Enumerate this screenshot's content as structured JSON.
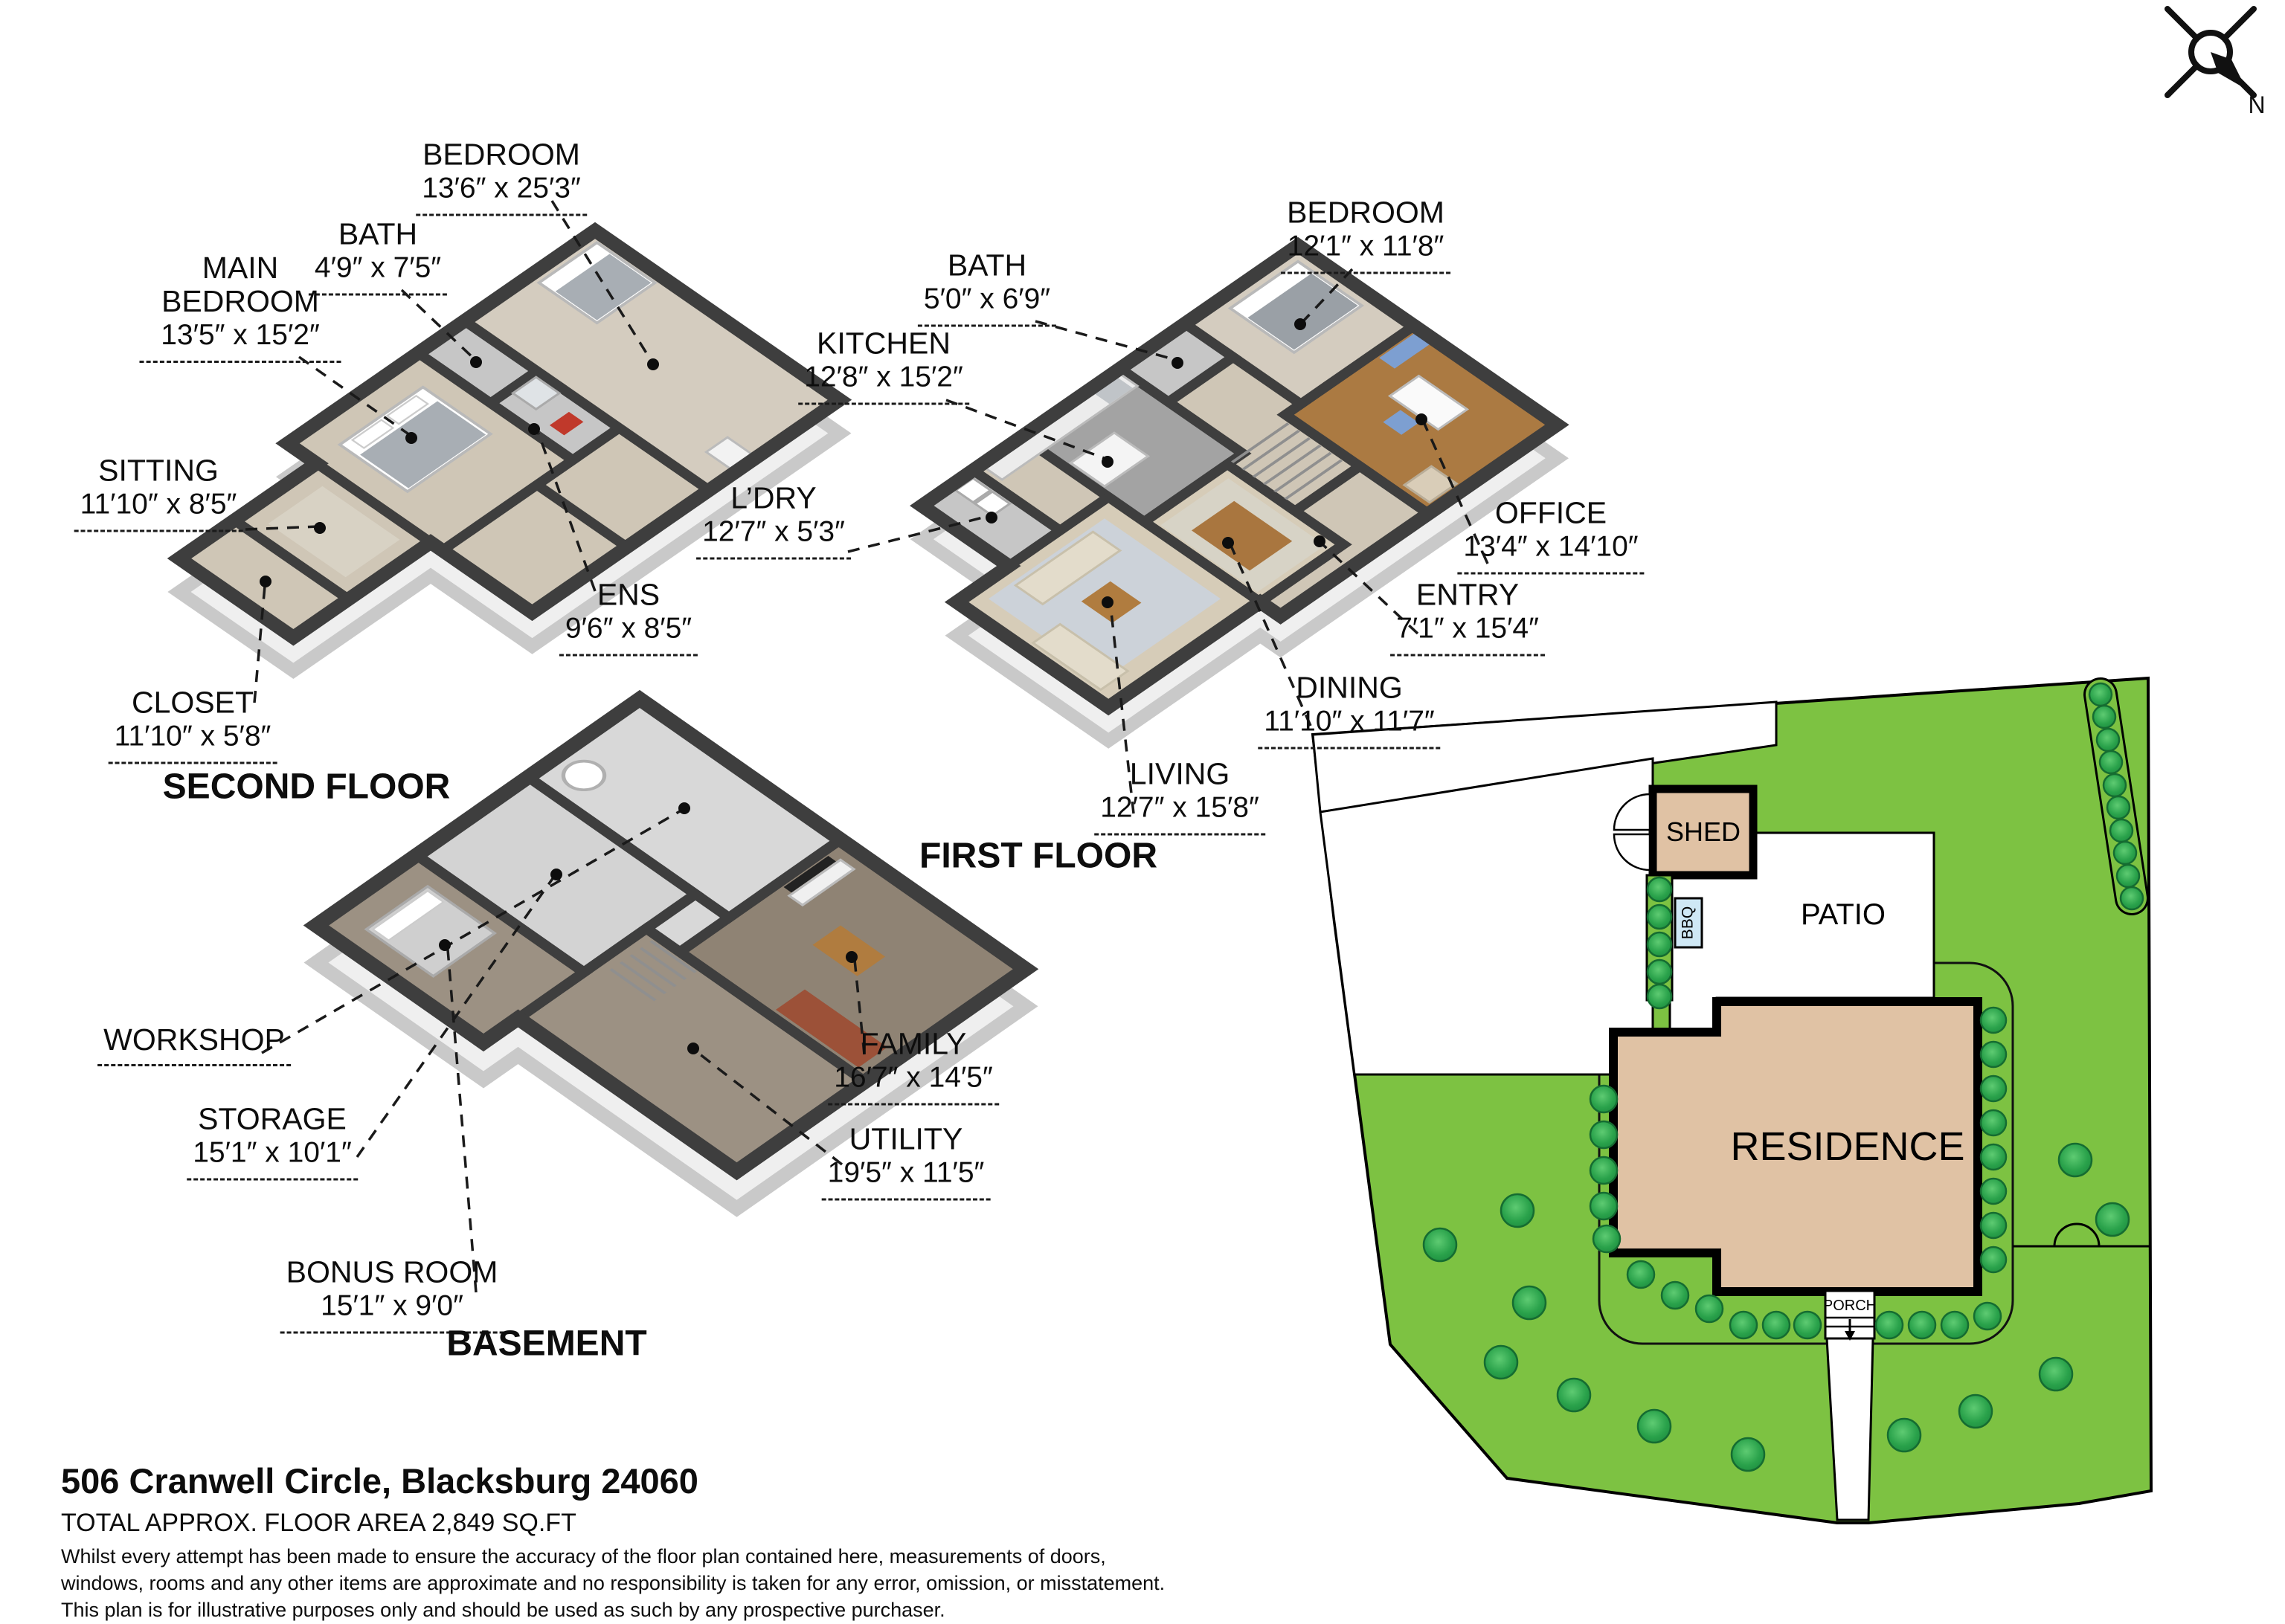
{
  "compass": {
    "north_label": "N"
  },
  "floors": {
    "second": {
      "title": "SECOND FLOOR",
      "rooms": {
        "bedroom": {
          "name": "BEDROOM",
          "dims": "13′6″ x 25′3″"
        },
        "bath": {
          "name": "BATH",
          "dims": "4′9″ x 7′5″"
        },
        "main_bedroom": {
          "name": "MAIN BEDROOM",
          "dims": "13′5″ x 15′2″"
        },
        "sitting": {
          "name": "SITTING",
          "dims": "11′10″ x 8′5″"
        },
        "ens": {
          "name": "ENS",
          "dims": "9′6″ x 8′5″"
        },
        "closet": {
          "name": "CLOSET",
          "dims": "11′10″ x 5′8″"
        }
      }
    },
    "first": {
      "title": "FIRST FLOOR",
      "rooms": {
        "bath": {
          "name": "BATH",
          "dims": "5′0″ x 6′9″"
        },
        "kitchen": {
          "name": "KITCHEN",
          "dims": "12′8″ x 15′2″"
        },
        "bedroom": {
          "name": "BEDROOM",
          "dims": "12′1″ x 11′8″"
        },
        "laundry": {
          "name": "L’DRY",
          "dims": "12′7″ x 5′3″"
        },
        "office": {
          "name": "OFFICE",
          "dims": "13′4″ x 14′10″"
        },
        "entry": {
          "name": "ENTRY",
          "dims": "7′1″ x 15′4″"
        },
        "dining": {
          "name": "DINING",
          "dims": "11′10″ x 11′7″"
        },
        "living": {
          "name": "LIVING",
          "dims": "12′7″ x 15′8″"
        }
      }
    },
    "basement": {
      "title": "BASEMENT",
      "rooms": {
        "workshop": {
          "name": "WORKSHOP"
        },
        "storage": {
          "name": "STORAGE",
          "dims": "15′1″ x 10′1″"
        },
        "family": {
          "name": "FAMILY",
          "dims": "16′7″ x 14′5″"
        },
        "utility": {
          "name": "UTILITY",
          "dims": "19′5″ x 11′5″"
        },
        "bonus_room": {
          "name": "BONUS ROOM",
          "dims": "15′1″ x 9′0″"
        }
      }
    }
  },
  "site": {
    "labels": {
      "shed": "SHED",
      "patio": "PATIO",
      "bbq": "BBQ",
      "residence": "RESIDENCE",
      "porch": "PORCH"
    },
    "colors": {
      "grass": "#7dc242",
      "building": "#e0c2a4",
      "tree": "#2aa24b",
      "bbq": "#cfe8f5",
      "floor_wood": "#ab7a42",
      "floor_beige": "#cfc6b6",
      "wall": "#3e3e3e"
    }
  },
  "footer": {
    "address": "506 Cranwell Circle, Blacksburg 24060",
    "area": "TOTAL APPROX. FLOOR AREA 2,849 SQ.FT",
    "disclaimer": [
      "Whilst every attempt has been made to ensure the accuracy of the floor plan contained here, measurements of doors,",
      "windows, rooms and any other items are approximate and no responsibility is taken for any error, omission, or misstatement.",
      "This plan is for illustrative purposes only and should be used as such by any prospective purchaser."
    ]
  }
}
